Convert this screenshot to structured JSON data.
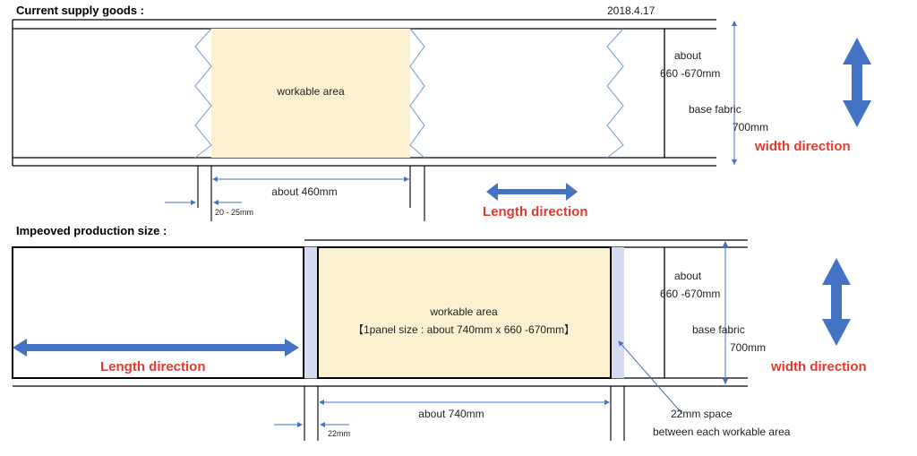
{
  "colors": {
    "workable_fill": "#fbf0cf",
    "gap_fill": "#d6dcef",
    "arrow_fill": "#4472c4",
    "dim_line": "#4472c4",
    "zigzag": "#7aa3d6",
    "red_text": "#e03a2e"
  },
  "date": "2018.4.17",
  "current": {
    "heading": "Current supply goods :",
    "workable_label": "workable area",
    "about_label": "about",
    "width_value": "660 -670mm",
    "base_label": "base fabric",
    "base_value": "700mm",
    "width_direction": "width direction",
    "length_dim": "about 460mm",
    "small_gap": "20 - 25mm",
    "length_direction": "Length direction"
  },
  "improved": {
    "heading": "Impeoved production size :",
    "workable_label": "workable area",
    "panel_size": "【1panel size : about 740mm x 660 -670mm】",
    "about_label": "about",
    "width_value": "660 -670mm",
    "base_label": "base fabric",
    "base_value": "700mm",
    "width_direction": "width direction",
    "length_direction": "Length direction",
    "length_dim": "about 740mm",
    "small_gap": "22mm",
    "space_line1": "22mm space",
    "space_line2": "between each workable area"
  }
}
